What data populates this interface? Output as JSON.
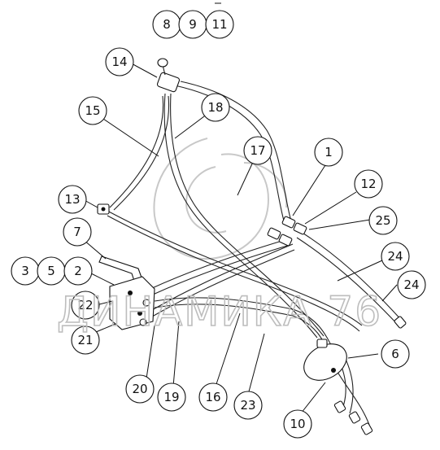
{
  "callouts": [
    {
      "id": "c8",
      "label": "8"
    },
    {
      "id": "c9",
      "label": "9"
    },
    {
      "id": "c11",
      "label": "11"
    },
    {
      "id": "c14",
      "label": "14"
    },
    {
      "id": "c15",
      "label": "15"
    },
    {
      "id": "c18",
      "label": "18"
    },
    {
      "id": "c17",
      "label": "17"
    },
    {
      "id": "c1",
      "label": "1"
    },
    {
      "id": "c12",
      "label": "12"
    },
    {
      "id": "c13",
      "label": "13"
    },
    {
      "id": "c25",
      "label": "25"
    },
    {
      "id": "c7",
      "label": "7"
    },
    {
      "id": "c24a",
      "label": "24"
    },
    {
      "id": "c24b",
      "label": "24"
    },
    {
      "id": "c3",
      "label": "3"
    },
    {
      "id": "c5",
      "label": "5"
    },
    {
      "id": "c2",
      "label": "2"
    },
    {
      "id": "c22",
      "label": "22"
    },
    {
      "id": "c21",
      "label": "21"
    },
    {
      "id": "c6",
      "label": "6"
    },
    {
      "id": "c20",
      "label": "20"
    },
    {
      "id": "c19",
      "label": "19"
    },
    {
      "id": "c16",
      "label": "16"
    },
    {
      "id": "c23",
      "label": "23"
    },
    {
      "id": "c10",
      "label": "10"
    }
  ],
  "watermark": {
    "text": "ДИНАМИКА 76",
    "color": "#bdbdbd"
  },
  "colors": {
    "line": "#111111",
    "background": "#ffffff"
  }
}
